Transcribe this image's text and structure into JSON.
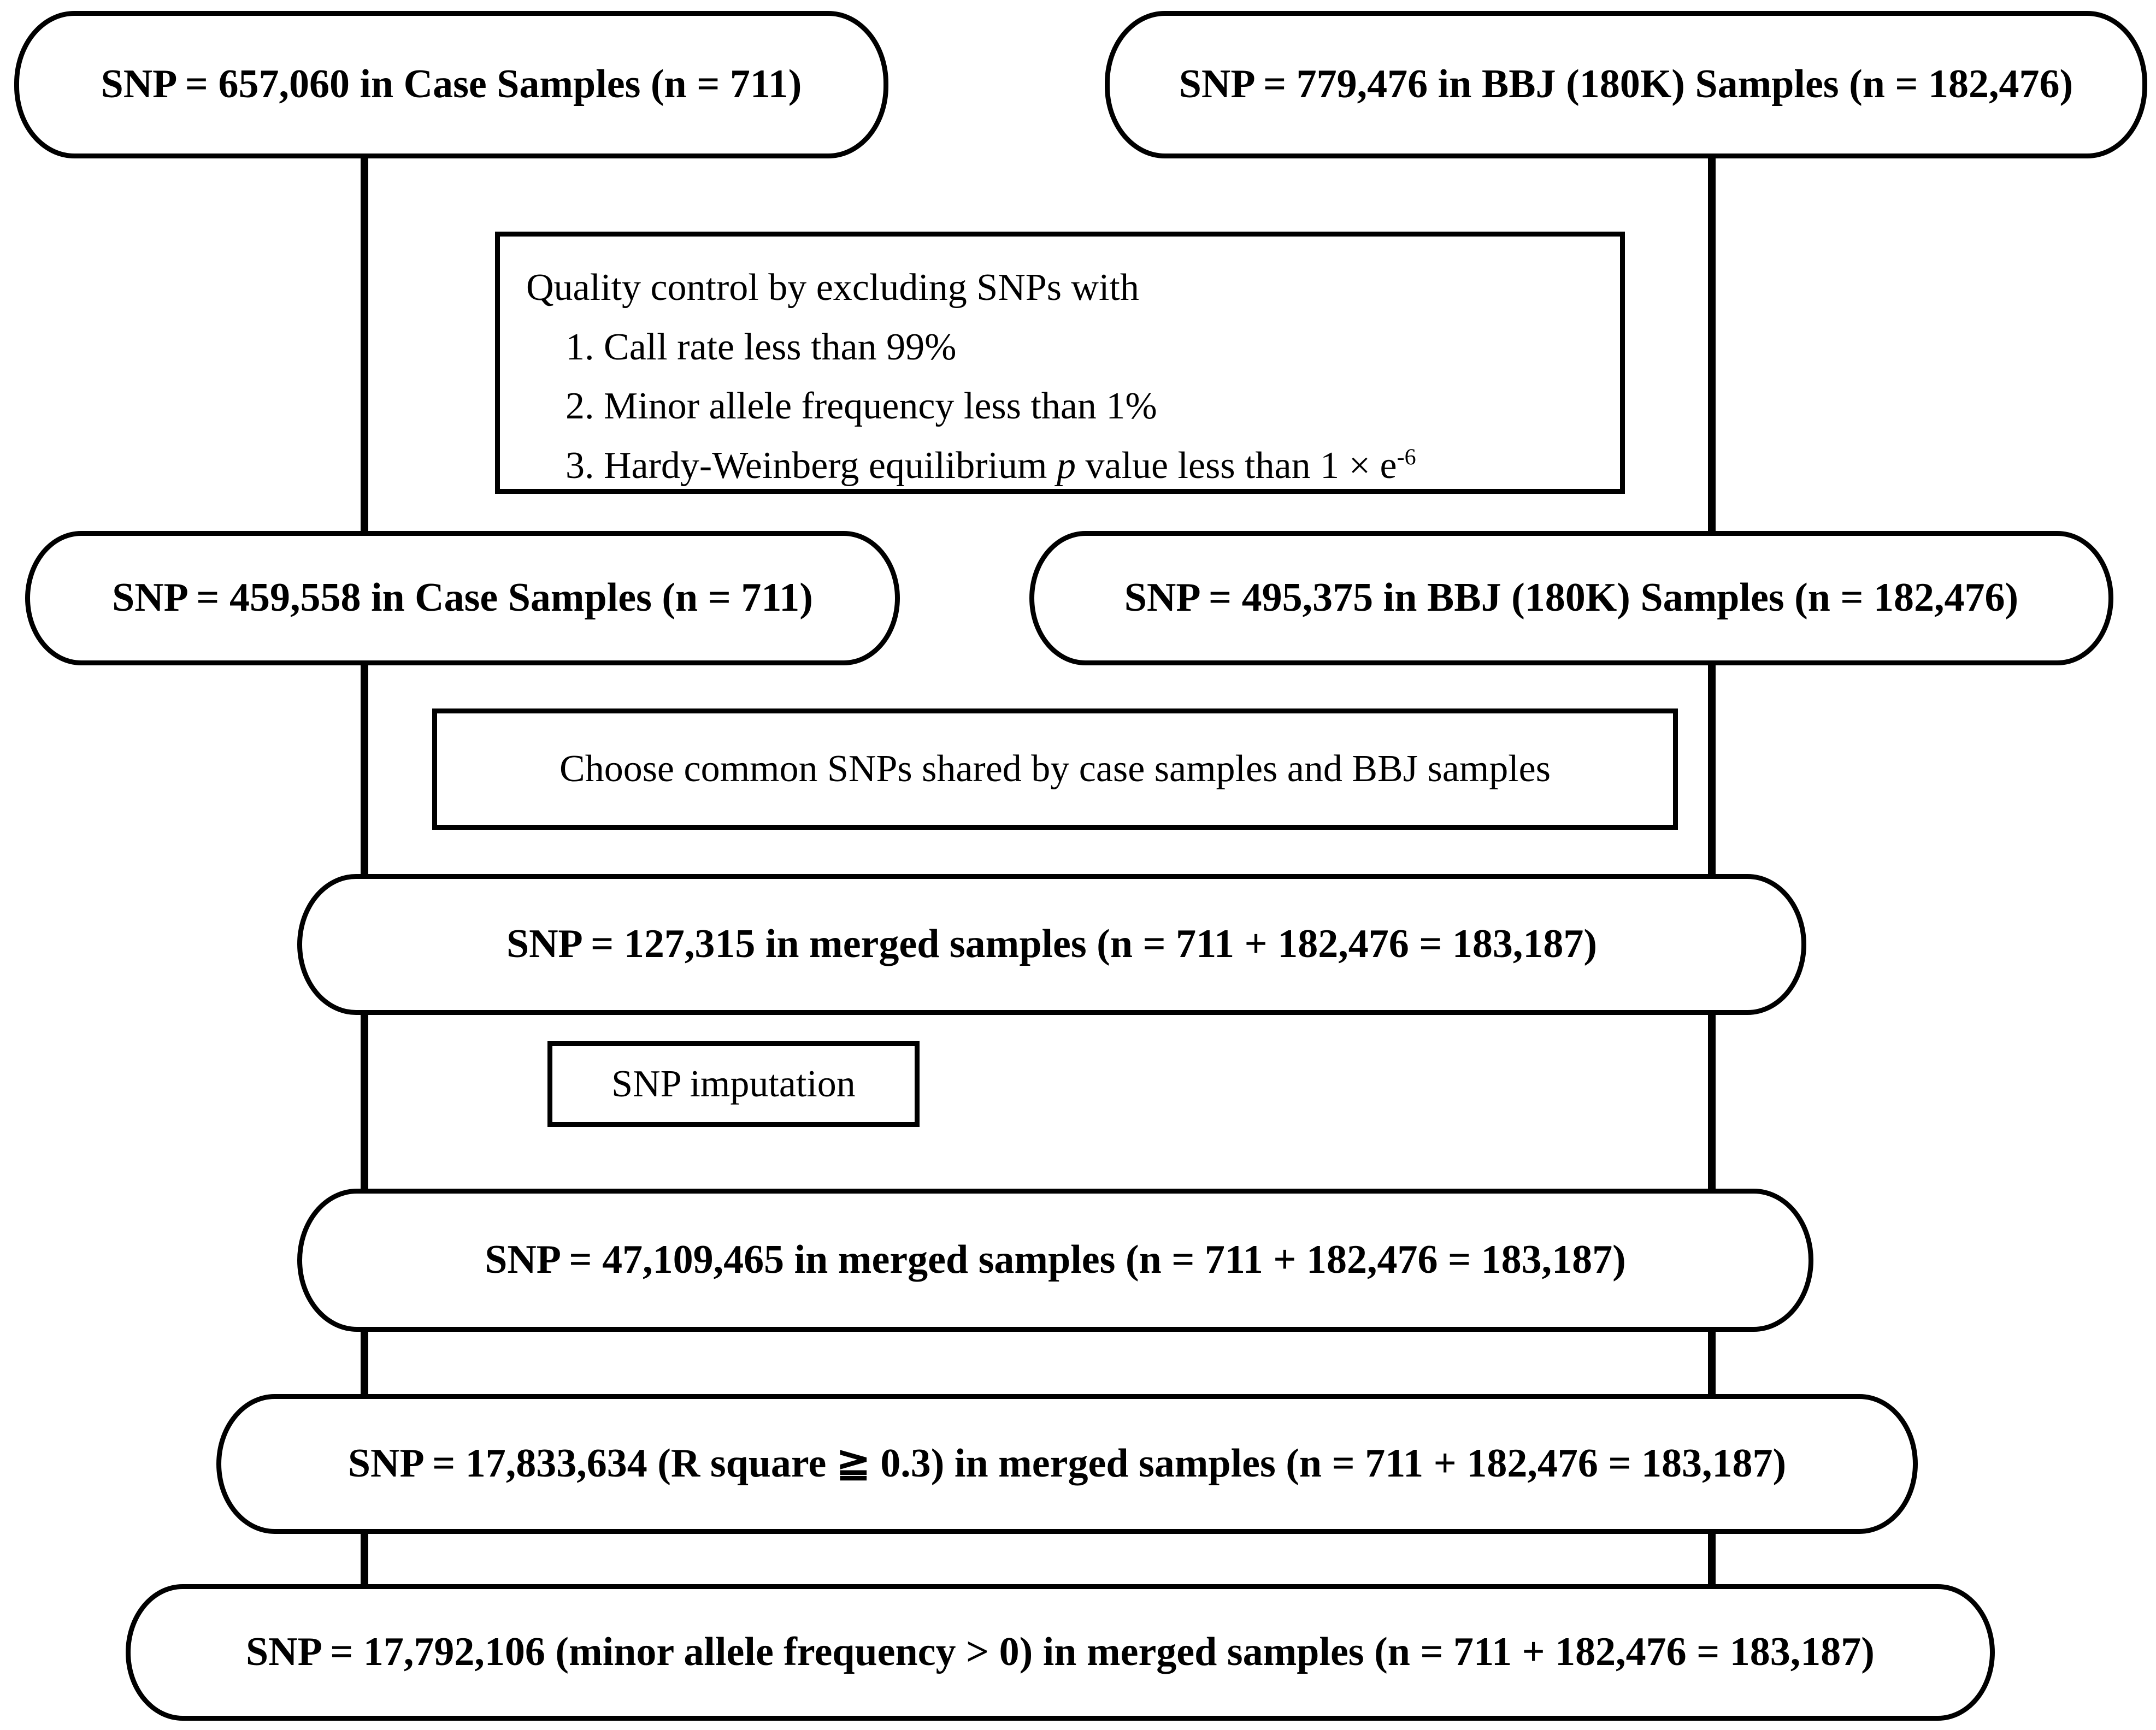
{
  "colors": {
    "ink": "#000000",
    "paper": "#ffffff"
  },
  "flow": {
    "nodes": {
      "case_initial": "SNP = 657,060 in Case Samples (n = 711)",
      "bbj_initial": "SNP = 779,476 in BBJ (180K) Samples (n = 182,476)",
      "case_after_qc": "SNP = 459,558 in Case Samples (n = 711)",
      "bbj_after_qc": "SNP = 495,375 in BBJ (180K) Samples (n = 182,476)",
      "merged_common": "SNP = 127,315 in merged samples (n = 711 + 182,476 = 183,187)",
      "merged_imputed": "SNP = 47,109,465 in merged samples (n = 711 + 182,476 = 183,187)",
      "merged_rsquare": "SNP = 17,833,634 (R square ≧ 0.3) in merged samples (n = 711 + 182,476 = 183,187)",
      "merged_maf": "SNP = 17,792,106 (minor allele frequency > 0) in merged samples (n = 711 + 182,476 = 183,187)"
    },
    "steps": {
      "qc": {
        "title": "Quality control by excluding SNPs with",
        "items": [
          "1. Call rate less than 99%",
          "2. Minor allele frequency less than 1%"
        ],
        "item3": {
          "prefix": "3. Hardy-Weinberg equilibrium ",
          "italic": "p",
          "middle": " value less than 1 × e",
          "superscript": "-6"
        }
      },
      "choose_common": "Choose common SNPs shared by case samples and BBJ samples",
      "imputation": "SNP imputation"
    }
  }
}
